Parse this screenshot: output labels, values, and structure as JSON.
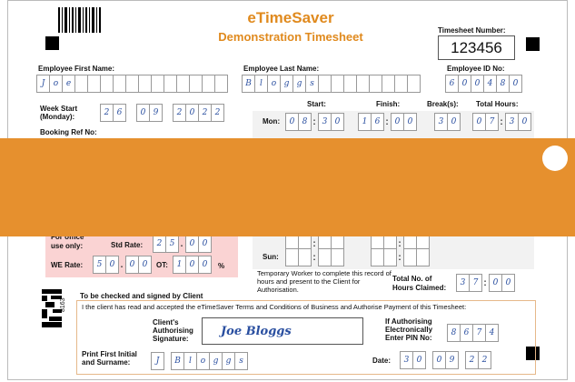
{
  "header": {
    "app_title": "eTimeSaver",
    "form_title": "Demonstration Timesheet",
    "timesheet_number_label": "Timesheet Number:",
    "timesheet_number": "123456"
  },
  "employee": {
    "first_name_label": "Employee First Name:",
    "first_name_chars": [
      "J",
      "o",
      "e",
      "",
      "",
      "",
      "",
      "",
      "",
      "",
      "",
      "",
      "",
      "",
      "",
      ""
    ],
    "last_name_label": "Employee Last Name:",
    "last_name_chars": [
      "B",
      "l",
      "o",
      "g",
      "g",
      "s",
      "",
      "",
      "",
      "",
      "",
      "",
      "",
      "",
      "",
      ""
    ],
    "id_label": "Employee ID No:",
    "id_chars": [
      "6",
      "0",
      "0",
      "4",
      "8",
      "0"
    ]
  },
  "week_start": {
    "label_line1": "Week Start",
    "label_line2": "(Monday):",
    "day": [
      "2",
      "6"
    ],
    "month": [
      "0",
      "9"
    ],
    "year": [
      "2",
      "0",
      "2",
      "2"
    ]
  },
  "booking_ref_label": "Booking Ref No:",
  "hours": {
    "start_label": "Start:",
    "finish_label": "Finish:",
    "breaks_label": "Break(s):",
    "total_label": "Total Hours:",
    "mon_label": "Mon:",
    "mon": {
      "start": [
        "0",
        "8",
        "3",
        "0"
      ],
      "finish": [
        "1",
        "6",
        "0",
        "0"
      ],
      "breaks": [
        "3",
        "0"
      ],
      "total": [
        "0",
        "7",
        "3",
        "0"
      ]
    },
    "sun_label": "Sun:"
  },
  "office": {
    "label_line1": "For office",
    "label_line2": "use only:",
    "std_rate_label": "Std Rate:",
    "std_rate": [
      "2",
      "5",
      "0",
      "0"
    ],
    "we_rate_label": "WE Rate:",
    "we_rate": [
      "5",
      "0",
      "0",
      "0"
    ],
    "ot_label": "OT:",
    "ot": [
      "1",
      "0",
      "0"
    ],
    "percent": "%"
  },
  "temp_worker_note": "Temporary Worker to complete this record of hours and present to the Client for Authorisation.",
  "total_claimed": {
    "label_line1": "Total No. of",
    "label_line2": "Hours Claimed:",
    "value": [
      "3",
      "7",
      "0",
      "0"
    ]
  },
  "client": {
    "heading": "To be checked and signed by Client",
    "terms": "I the client has read and accepted the eTimeSaver Terms and Conditions of Business and Authorise Payment of this Timesheet:",
    "signature_label_line1": "Client's",
    "signature_label_line2": "Authorising",
    "signature_label_line3": "Signature:",
    "signature": "Joe Bloggs",
    "pin_label_line1": "If Authorising",
    "pin_label_line2": "Electronically",
    "pin_label_line3": "Enter PIN No:",
    "pin": [
      "8",
      "6",
      "7",
      "4"
    ],
    "print_name_label_line1": "Print First Initial",
    "print_name_label_line2": "and Surname:",
    "print_name_chars": [
      "J",
      "B",
      "l",
      "o",
      "g",
      "g",
      "s"
    ],
    "date_label": "Date:",
    "date": [
      "3",
      "0",
      "0",
      "9",
      "2",
      "2"
    ]
  },
  "side_code": "8163",
  "colors": {
    "accent": "#e08a1e",
    "banner": "#e6902e",
    "handwriting": "#2a4fa0",
    "office_bg": "#fad3d3"
  }
}
